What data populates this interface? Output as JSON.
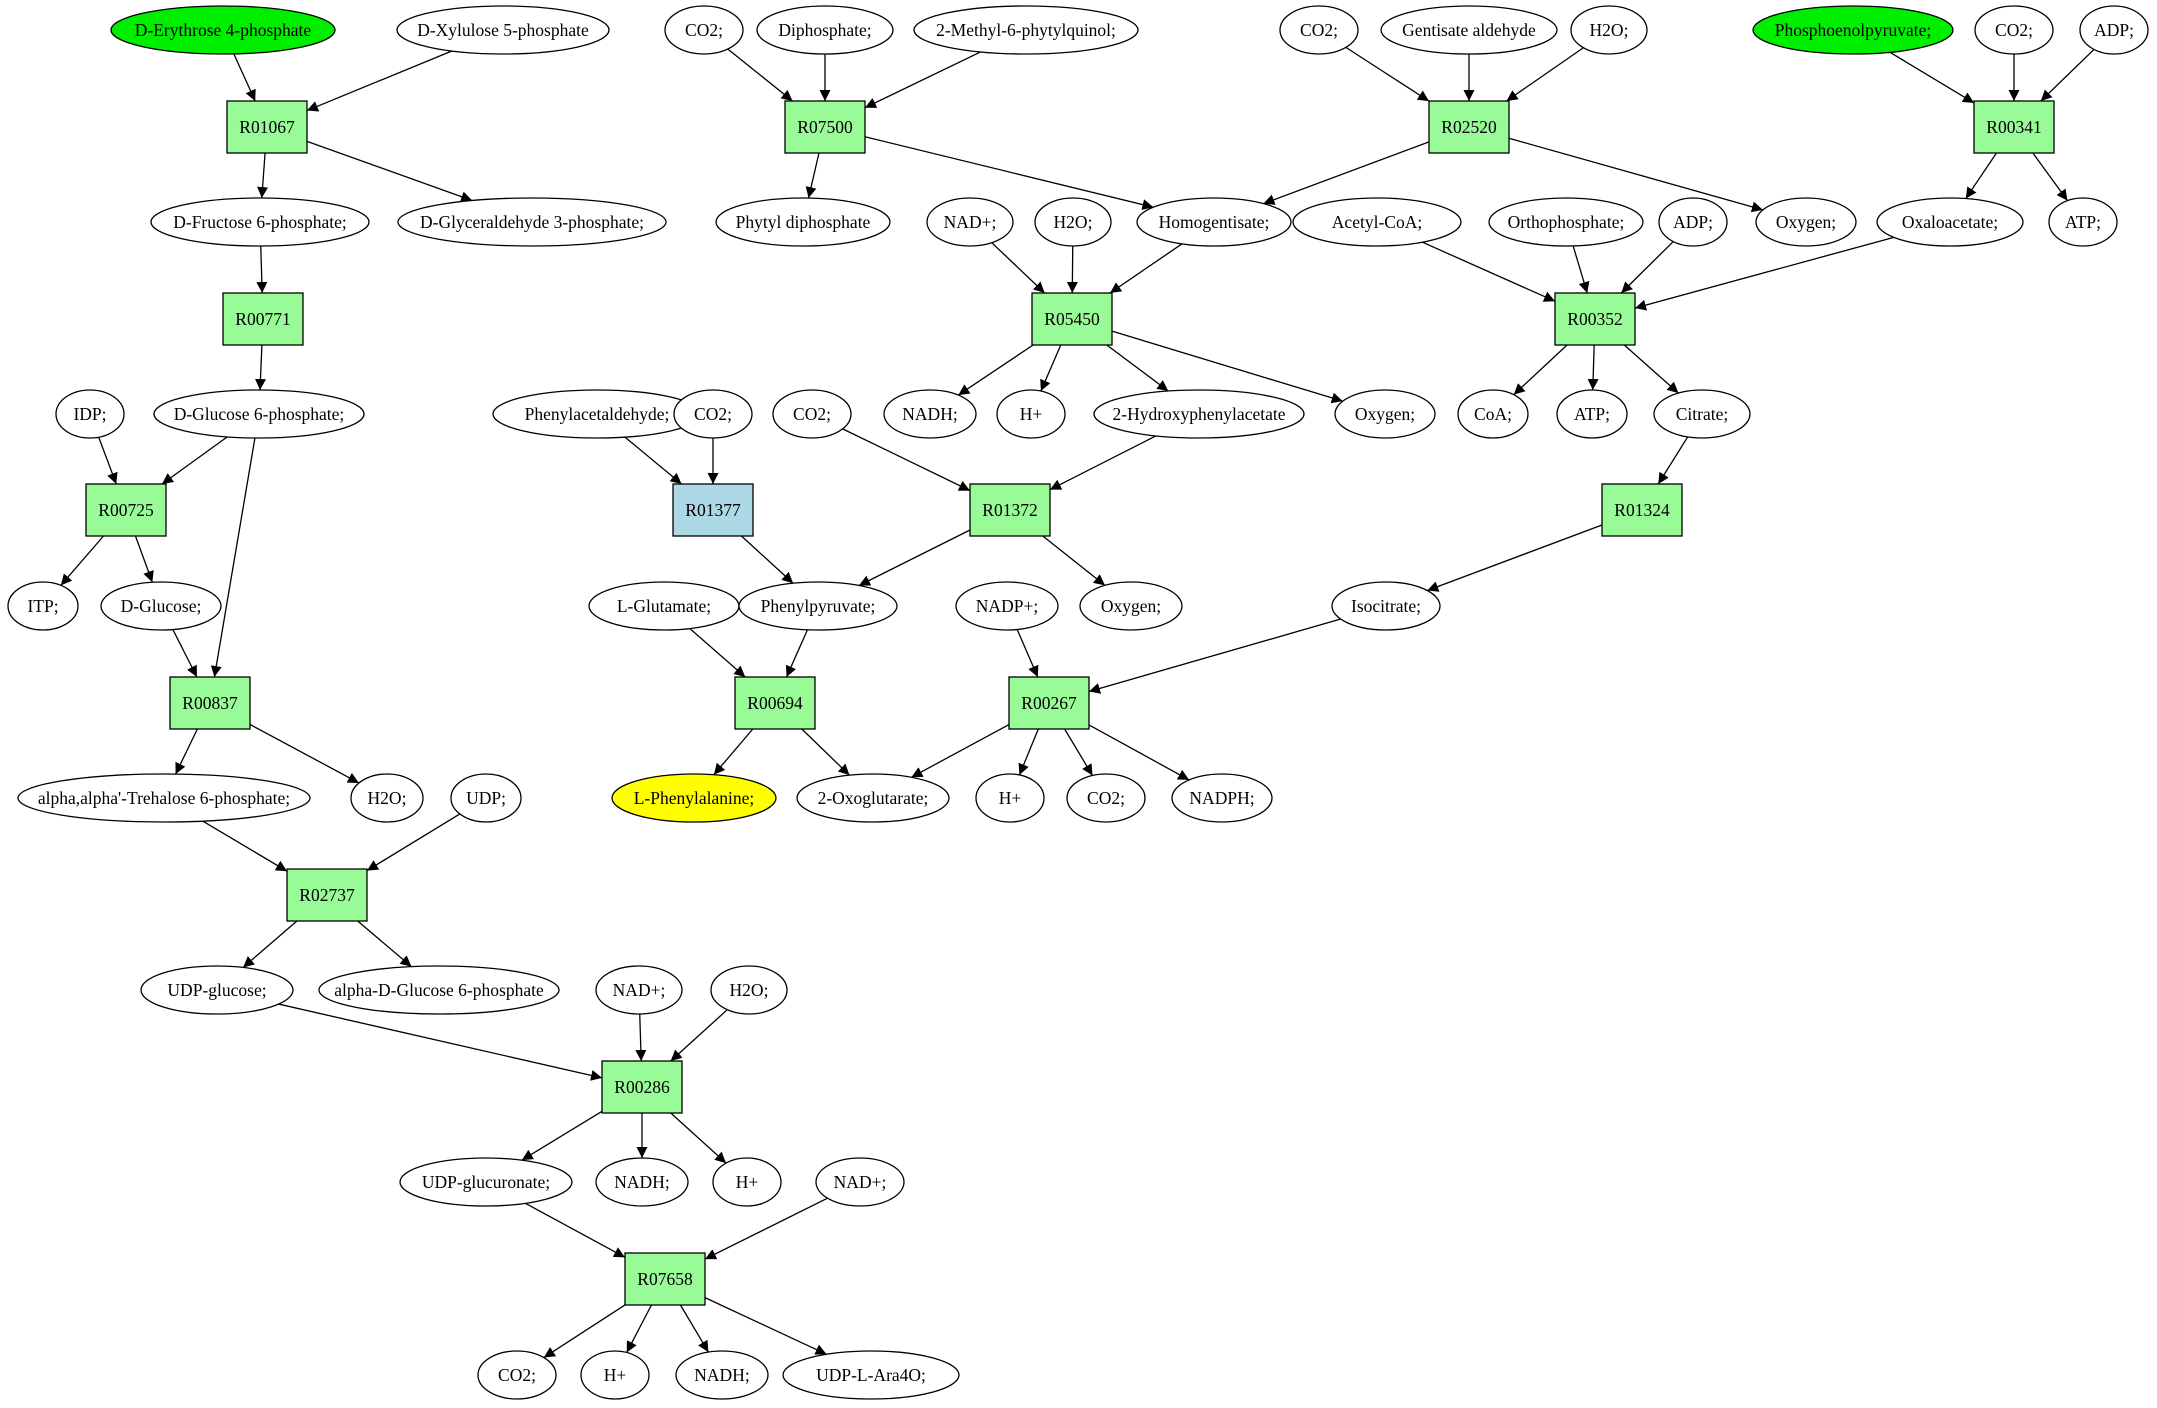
{
  "colors": {
    "reaction": "#98fb98",
    "reaction_alt": "#add8e6",
    "metabolite": "#ffffff",
    "start": "#00ee00",
    "target": "#ffff00"
  },
  "reactions": [
    {
      "id": "R01067",
      "label": "R01067",
      "style": "reaction"
    },
    {
      "id": "R00771",
      "label": "R00771",
      "style": "reaction"
    },
    {
      "id": "R00725",
      "label": "R00725",
      "style": "reaction"
    },
    {
      "id": "R00837",
      "label": "R00837",
      "style": "reaction"
    },
    {
      "id": "R02737",
      "label": "R02737",
      "style": "reaction"
    },
    {
      "id": "R00286",
      "label": "R00286",
      "style": "reaction"
    },
    {
      "id": "R07658",
      "label": "R07658",
      "style": "reaction"
    },
    {
      "id": "R07500",
      "label": "R07500",
      "style": "reaction"
    },
    {
      "id": "R05450",
      "label": "R05450",
      "style": "reaction"
    },
    {
      "id": "R01377",
      "label": "R01377",
      "style": "reaction_alt"
    },
    {
      "id": "R01372",
      "label": "R01372",
      "style": "reaction"
    },
    {
      "id": "R00694",
      "label": "R00694",
      "style": "reaction"
    },
    {
      "id": "R00267",
      "label": "R00267",
      "style": "reaction"
    },
    {
      "id": "R02520",
      "label": "R02520",
      "style": "reaction"
    },
    {
      "id": "R00341",
      "label": "R00341",
      "style": "reaction"
    },
    {
      "id": "R00352",
      "label": "R00352",
      "style": "reaction"
    },
    {
      "id": "R01324",
      "label": "R01324",
      "style": "reaction"
    }
  ],
  "metabolites": [
    {
      "id": "m_e4p",
      "label": "D-Erythrose 4-phosphate",
      "style": "start"
    },
    {
      "id": "m_x5p",
      "label": "D-Xylulose 5-phosphate",
      "style": "metabolite"
    },
    {
      "id": "m_f6p",
      "label": "D-Fructose 6-phosphate;",
      "style": "metabolite"
    },
    {
      "id": "m_g3p",
      "label": "D-Glyceraldehyde 3-phosphate;",
      "style": "metabolite"
    },
    {
      "id": "m_idp",
      "label": "IDP;",
      "style": "metabolite"
    },
    {
      "id": "m_g6p",
      "label": "D-Glucose 6-phosphate;",
      "style": "metabolite"
    },
    {
      "id": "m_itp",
      "label": "ITP;",
      "style": "metabolite"
    },
    {
      "id": "m_glc",
      "label": "D-Glucose;",
      "style": "metabolite"
    },
    {
      "id": "m_t6p",
      "label": "alpha,alpha'-Trehalose 6-phosphate;",
      "style": "metabolite"
    },
    {
      "id": "m_h2o_a",
      "label": "H2O;",
      "style": "metabolite"
    },
    {
      "id": "m_udp",
      "label": "UDP;",
      "style": "metabolite"
    },
    {
      "id": "m_udpg",
      "label": "UDP-glucose;",
      "style": "metabolite"
    },
    {
      "id": "m_adg6p",
      "label": "alpha-D-Glucose 6-phosphate",
      "style": "metabolite"
    },
    {
      "id": "m_nad_a",
      "label": "NAD+;",
      "style": "metabolite"
    },
    {
      "id": "m_h2o_b",
      "label": "H2O;",
      "style": "metabolite"
    },
    {
      "id": "m_udpgluc",
      "label": "UDP-glucuronate;",
      "style": "metabolite"
    },
    {
      "id": "m_nadh_a",
      "label": "NADH;",
      "style": "metabolite"
    },
    {
      "id": "m_h_a",
      "label": "H+",
      "style": "metabolite"
    },
    {
      "id": "m_nad_b",
      "label": "NAD+;",
      "style": "metabolite"
    },
    {
      "id": "m_co2_a",
      "label": "CO2;",
      "style": "metabolite"
    },
    {
      "id": "m_h_b",
      "label": "H+",
      "style": "metabolite"
    },
    {
      "id": "m_nadh_b",
      "label": "NADH;",
      "style": "metabolite"
    },
    {
      "id": "m_udpara",
      "label": "UDP-L-Ara4O;",
      "style": "metabolite"
    },
    {
      "id": "m_co2_b",
      "label": "CO2;",
      "style": "metabolite"
    },
    {
      "id": "m_dip",
      "label": "Diphosphate;",
      "style": "metabolite"
    },
    {
      "id": "m_mpq",
      "label": "2-Methyl-6-phytylquinol;",
      "style": "metabolite"
    },
    {
      "id": "m_phytyl",
      "label": "Phytyl diphosphate",
      "style": "metabolite"
    },
    {
      "id": "m_nad_c",
      "label": "NAD+;",
      "style": "metabolite"
    },
    {
      "id": "m_h2o_c",
      "label": "H2O;",
      "style": "metabolite"
    },
    {
      "id": "m_homog",
      "label": "Homogentisate;",
      "style": "metabolite"
    },
    {
      "id": "m_nadh_c",
      "label": "NADH;",
      "style": "metabolite"
    },
    {
      "id": "m_h_c",
      "label": "H+",
      "style": "metabolite"
    },
    {
      "id": "m_2hpa",
      "label": "2-Hydroxyphenylacetate",
      "style": "metabolite"
    },
    {
      "id": "m_oxy_a",
      "label": "Oxygen;",
      "style": "metabolite"
    },
    {
      "id": "m_phald",
      "label": "Phenylacetaldehyde;",
      "style": "metabolite"
    },
    {
      "id": "m_co2_c",
      "label": "CO2;",
      "style": "metabolite"
    },
    {
      "id": "m_co2_d",
      "label": "CO2;",
      "style": "metabolite"
    },
    {
      "id": "m_lglu",
      "label": "L-Glutamate;",
      "style": "metabolite"
    },
    {
      "id": "m_phpyr",
      "label": "Phenylpyruvate;",
      "style": "metabolite"
    },
    {
      "id": "m_nadp",
      "label": "NADP+;",
      "style": "metabolite"
    },
    {
      "id": "m_oxy_b",
      "label": "Oxygen;",
      "style": "metabolite"
    },
    {
      "id": "m_lphe",
      "label": "L-Phenylalanine;",
      "style": "target"
    },
    {
      "id": "m_2og",
      "label": "2-Oxoglutarate;",
      "style": "metabolite"
    },
    {
      "id": "m_h_d",
      "label": "H+",
      "style": "metabolite"
    },
    {
      "id": "m_co2_e",
      "label": "CO2;",
      "style": "metabolite"
    },
    {
      "id": "m_nadph",
      "label": "NADPH;",
      "style": "metabolite"
    },
    {
      "id": "m_co2_f",
      "label": "CO2;",
      "style": "metabolite"
    },
    {
      "id": "m_gentald",
      "label": "Gentisate aldehyde",
      "style": "metabolite"
    },
    {
      "id": "m_h2o_d",
      "label": "H2O;",
      "style": "metabolite"
    },
    {
      "id": "m_oxy_c",
      "label": "Oxygen;",
      "style": "metabolite"
    },
    {
      "id": "m_pep",
      "label": "Phosphoenolpyruvate;",
      "style": "start"
    },
    {
      "id": "m_co2_g",
      "label": "CO2;",
      "style": "metabolite"
    },
    {
      "id": "m_adp_a",
      "label": "ADP;",
      "style": "metabolite"
    },
    {
      "id": "m_oaa",
      "label": "Oxaloacetate;",
      "style": "metabolite"
    },
    {
      "id": "m_atp_a",
      "label": "ATP;",
      "style": "metabolite"
    },
    {
      "id": "m_acoa",
      "label": "Acetyl-CoA;",
      "style": "metabolite"
    },
    {
      "id": "m_pi",
      "label": "Orthophosphate;",
      "style": "metabolite"
    },
    {
      "id": "m_adp_b",
      "label": "ADP;",
      "style": "metabolite"
    },
    {
      "id": "m_coa",
      "label": "CoA;",
      "style": "metabolite"
    },
    {
      "id": "m_atp_b",
      "label": "ATP;",
      "style": "metabolite"
    },
    {
      "id": "m_cit",
      "label": "Citrate;",
      "style": "metabolite"
    },
    {
      "id": "m_icit",
      "label": "Isocitrate;",
      "style": "metabolite"
    }
  ],
  "edges": [
    [
      "m_e4p",
      "R01067"
    ],
    [
      "m_x5p",
      "R01067"
    ],
    [
      "R01067",
      "m_f6p"
    ],
    [
      "R01067",
      "m_g3p"
    ],
    [
      "m_f6p",
      "R00771"
    ],
    [
      "R00771",
      "m_g6p"
    ],
    [
      "m_idp",
      "R00725"
    ],
    [
      "m_g6p",
      "R00725"
    ],
    [
      "R00725",
      "m_itp"
    ],
    [
      "R00725",
      "m_glc"
    ],
    [
      "m_glc",
      "R00837"
    ],
    [
      "m_g6p",
      "R00837"
    ],
    [
      "R00837",
      "m_t6p"
    ],
    [
      "R00837",
      "m_h2o_a"
    ],
    [
      "m_t6p",
      "R02737"
    ],
    [
      "m_udp",
      "R02737"
    ],
    [
      "R02737",
      "m_udpg"
    ],
    [
      "R02737",
      "m_adg6p"
    ],
    [
      "m_udpg",
      "R00286"
    ],
    [
      "m_nad_a",
      "R00286"
    ],
    [
      "m_h2o_b",
      "R00286"
    ],
    [
      "R00286",
      "m_udpgluc"
    ],
    [
      "R00286",
      "m_nadh_a"
    ],
    [
      "R00286",
      "m_h_a"
    ],
    [
      "m_udpgluc",
      "R07658"
    ],
    [
      "m_nad_b",
      "R07658"
    ],
    [
      "R07658",
      "m_co2_a"
    ],
    [
      "R07658",
      "m_h_b"
    ],
    [
      "R07658",
      "m_nadh_b"
    ],
    [
      "R07658",
      "m_udpara"
    ],
    [
      "m_co2_b",
      "R07500"
    ],
    [
      "m_dip",
      "R07500"
    ],
    [
      "m_mpq",
      "R07500"
    ],
    [
      "R07500",
      "m_phytyl"
    ],
    [
      "R07500",
      "m_homog"
    ],
    [
      "m_nad_c",
      "R05450"
    ],
    [
      "m_h2o_c",
      "R05450"
    ],
    [
      "m_homog",
      "R05450"
    ],
    [
      "R05450",
      "m_nadh_c"
    ],
    [
      "R05450",
      "m_h_c"
    ],
    [
      "R05450",
      "m_2hpa"
    ],
    [
      "R05450",
      "m_oxy_a"
    ],
    [
      "m_phald",
      "R01377"
    ],
    [
      "m_co2_c",
      "R01377"
    ],
    [
      "R01377",
      "m_phpyr"
    ],
    [
      "m_co2_d",
      "R01372"
    ],
    [
      "m_2hpa",
      "R01372"
    ],
    [
      "R01372",
      "m_phpyr"
    ],
    [
      "R01372",
      "m_oxy_b"
    ],
    [
      "m_lglu",
      "R00694"
    ],
    [
      "m_phpyr",
      "R00694"
    ],
    [
      "R00694",
      "m_lphe"
    ],
    [
      "R00694",
      "m_2og"
    ],
    [
      "m_nadp",
      "R00267"
    ],
    [
      "m_icit",
      "R00267"
    ],
    [
      "R00267",
      "m_2og"
    ],
    [
      "R00267",
      "m_h_d"
    ],
    [
      "R00267",
      "m_co2_e"
    ],
    [
      "R00267",
      "m_nadph"
    ],
    [
      "m_co2_f",
      "R02520"
    ],
    [
      "m_gentald",
      "R02520"
    ],
    [
      "m_h2o_d",
      "R02520"
    ],
    [
      "R02520",
      "m_homog"
    ],
    [
      "R02520",
      "m_oxy_c"
    ],
    [
      "m_pep",
      "R00341"
    ],
    [
      "m_co2_g",
      "R00341"
    ],
    [
      "m_adp_a",
      "R00341"
    ],
    [
      "R00341",
      "m_oaa"
    ],
    [
      "R00341",
      "m_atp_a"
    ],
    [
      "m_acoa",
      "R00352"
    ],
    [
      "m_pi",
      "R00352"
    ],
    [
      "m_adp_b",
      "R00352"
    ],
    [
      "m_oaa",
      "R00352"
    ],
    [
      "R00352",
      "m_coa"
    ],
    [
      "R00352",
      "m_atp_b"
    ],
    [
      "R00352",
      "m_cit"
    ],
    [
      "m_cit",
      "R01324"
    ],
    [
      "R01324",
      "m_icit"
    ]
  ]
}
